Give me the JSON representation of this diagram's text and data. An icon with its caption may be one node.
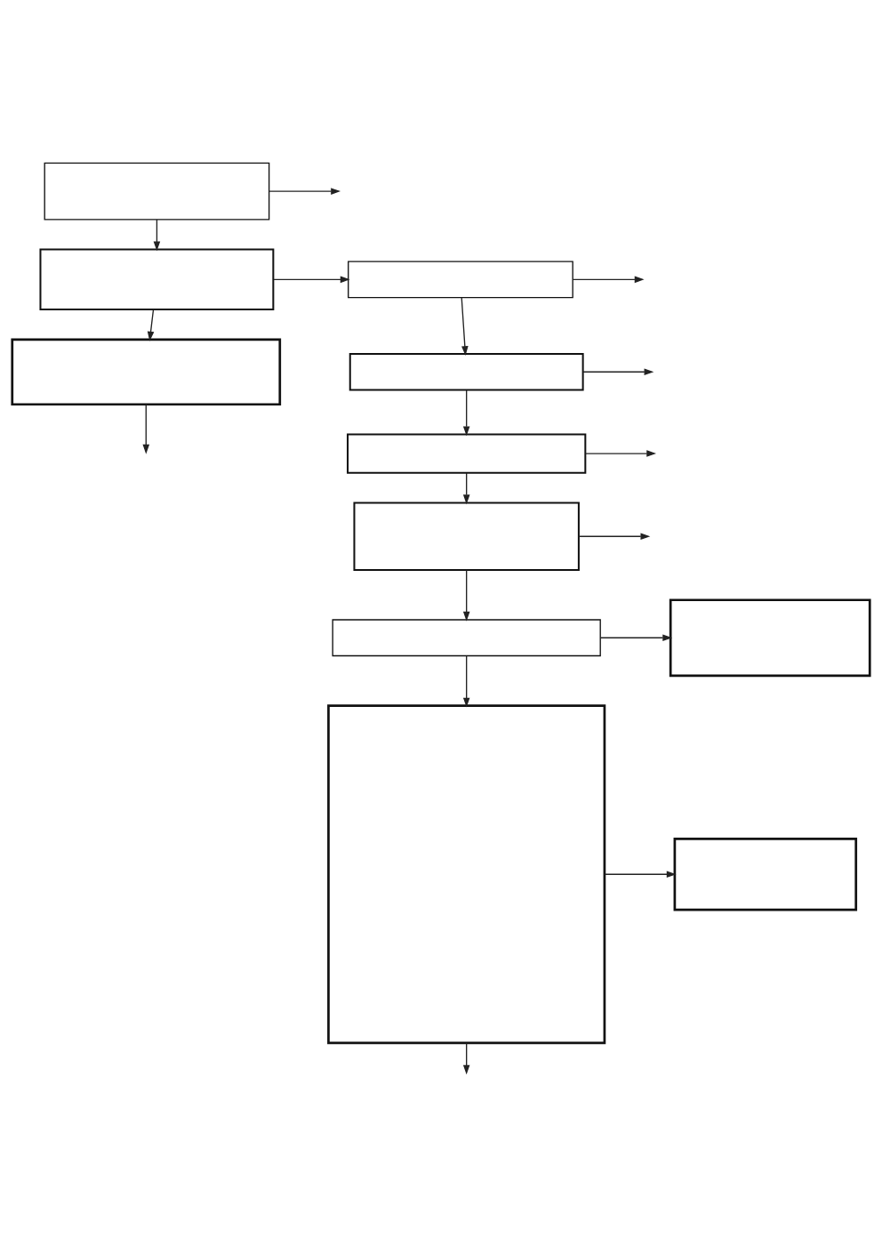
{
  "diagram": {
    "nodes": [
      {
        "text": [],
        "shape": "box"
      },
      {
        "text": [],
        "shape": "box"
      },
      {
        "text": [],
        "shape": "box"
      },
      {
        "text": [],
        "shape": "box"
      },
      {
        "text": [],
        "shape": "box"
      },
      {
        "text": [],
        "shape": "box"
      },
      {
        "text": [],
        "shape": "box"
      },
      {
        "text": [],
        "shape": "box"
      },
      {
        "text": [],
        "shape": "box"
      },
      {
        "text": [],
        "shape": "box"
      },
      {
        "text": [],
        "shape": "box"
      }
    ],
    "edges": [
      {
        "from": 0,
        "to": null,
        "arrow": "to"
      },
      {
        "from": 0,
        "to": 1,
        "arrow": "to"
      },
      {
        "from": 1,
        "to": 3,
        "arrow": "to"
      },
      {
        "from": 1,
        "to": 2,
        "arrow": "to"
      },
      {
        "from": 3,
        "to": null,
        "arrow": "to"
      },
      {
        "from": 3,
        "to": 4,
        "arrow": "to"
      },
      {
        "from": 4,
        "to": null,
        "arrow": "to"
      },
      {
        "from": 2,
        "to": null,
        "arrow": "to"
      },
      {
        "from": 4,
        "to": 5,
        "arrow": "to"
      },
      {
        "from": 5,
        "to": null,
        "arrow": "to"
      },
      {
        "from": 5,
        "to": 6,
        "arrow": "to"
      },
      {
        "from": 6,
        "to": null,
        "arrow": "to"
      },
      {
        "from": 6,
        "to": 7,
        "arrow": "to"
      },
      {
        "from": 7,
        "to": 9,
        "arrow": "to"
      },
      {
        "from": 7,
        "to": 8,
        "arrow": "to"
      },
      {
        "from": 8,
        "to": 10,
        "arrow": "to"
      },
      {
        "from": 8,
        "to": null,
        "arrow": "to"
      }
    ]
  }
}
